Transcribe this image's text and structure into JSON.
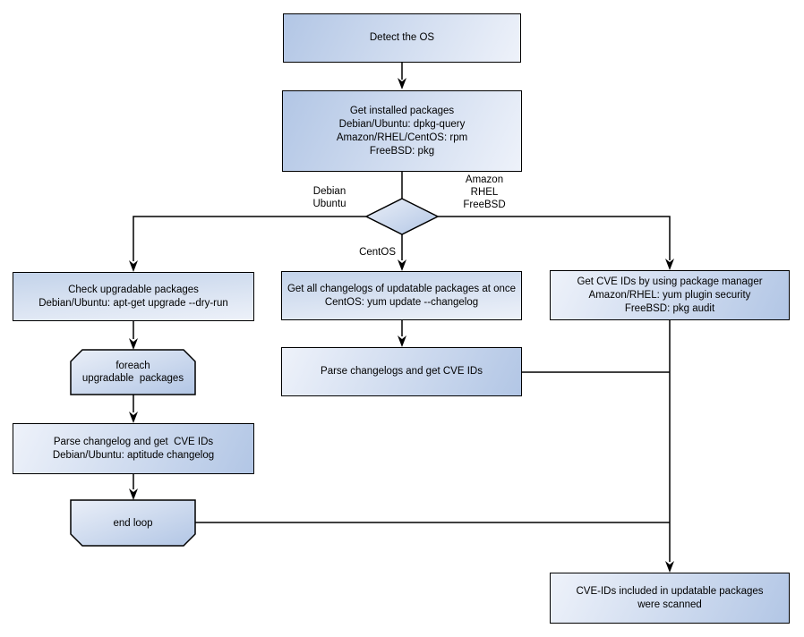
{
  "diagram": {
    "nodes": {
      "detect_os": {
        "lines": [
          "Detect the OS"
        ]
      },
      "get_installed_packages": {
        "lines": [
          "Get installed packages",
          "Debian/Ubuntu: dpkg-query",
          "Amazon/RHEL/CentOS: rpm",
          "FreeBSD: pkg"
        ]
      },
      "check_upgradable_packages": {
        "lines": [
          "Check upgradable packages",
          "Debian/Ubuntu: apt-get upgrade --dry-run"
        ]
      },
      "foreach_loop": {
        "lines": [
          "foreach",
          "upgradable  packages"
        ]
      },
      "parse_changelog_left": {
        "lines": [
          "Parse changelog and get  CVE IDs",
          "Debian/Ubuntu: aptitude changelog"
        ]
      },
      "end_loop": {
        "lines": [
          "end loop"
        ]
      },
      "get_all_changelogs": {
        "lines": [
          "Get all changelogs of updatable packages at once",
          "CentOS: yum update --changelog"
        ]
      },
      "parse_changelogs_mid": {
        "lines": [
          "Parse changelogs and get CVE IDs"
        ]
      },
      "get_cve_ids_pkg_mgr": {
        "lines": [
          "Get CVE IDs by using package manager",
          "Amazon/RHEL: yum plugin security",
          "FreeBSD: pkg audit"
        ]
      },
      "cve_scanned": {
        "lines": [
          "CVE-IDs included in updatable packages",
          "were scanned"
        ]
      }
    },
    "edge_labels": {
      "debian_ubuntu": {
        "lines": [
          "Debian",
          "Ubuntu"
        ]
      },
      "amazon_rhel_freebsd": {
        "lines": [
          "Amazon",
          "RHEL",
          "FreeBSD"
        ]
      },
      "centos": {
        "lines": [
          "CentOS"
        ]
      }
    },
    "colors": {
      "node_fill_dark": "#b2c6e5",
      "node_fill_light": "#eef2fa",
      "border": "#000000",
      "line": "#000000",
      "background": "#ffffff"
    }
  }
}
